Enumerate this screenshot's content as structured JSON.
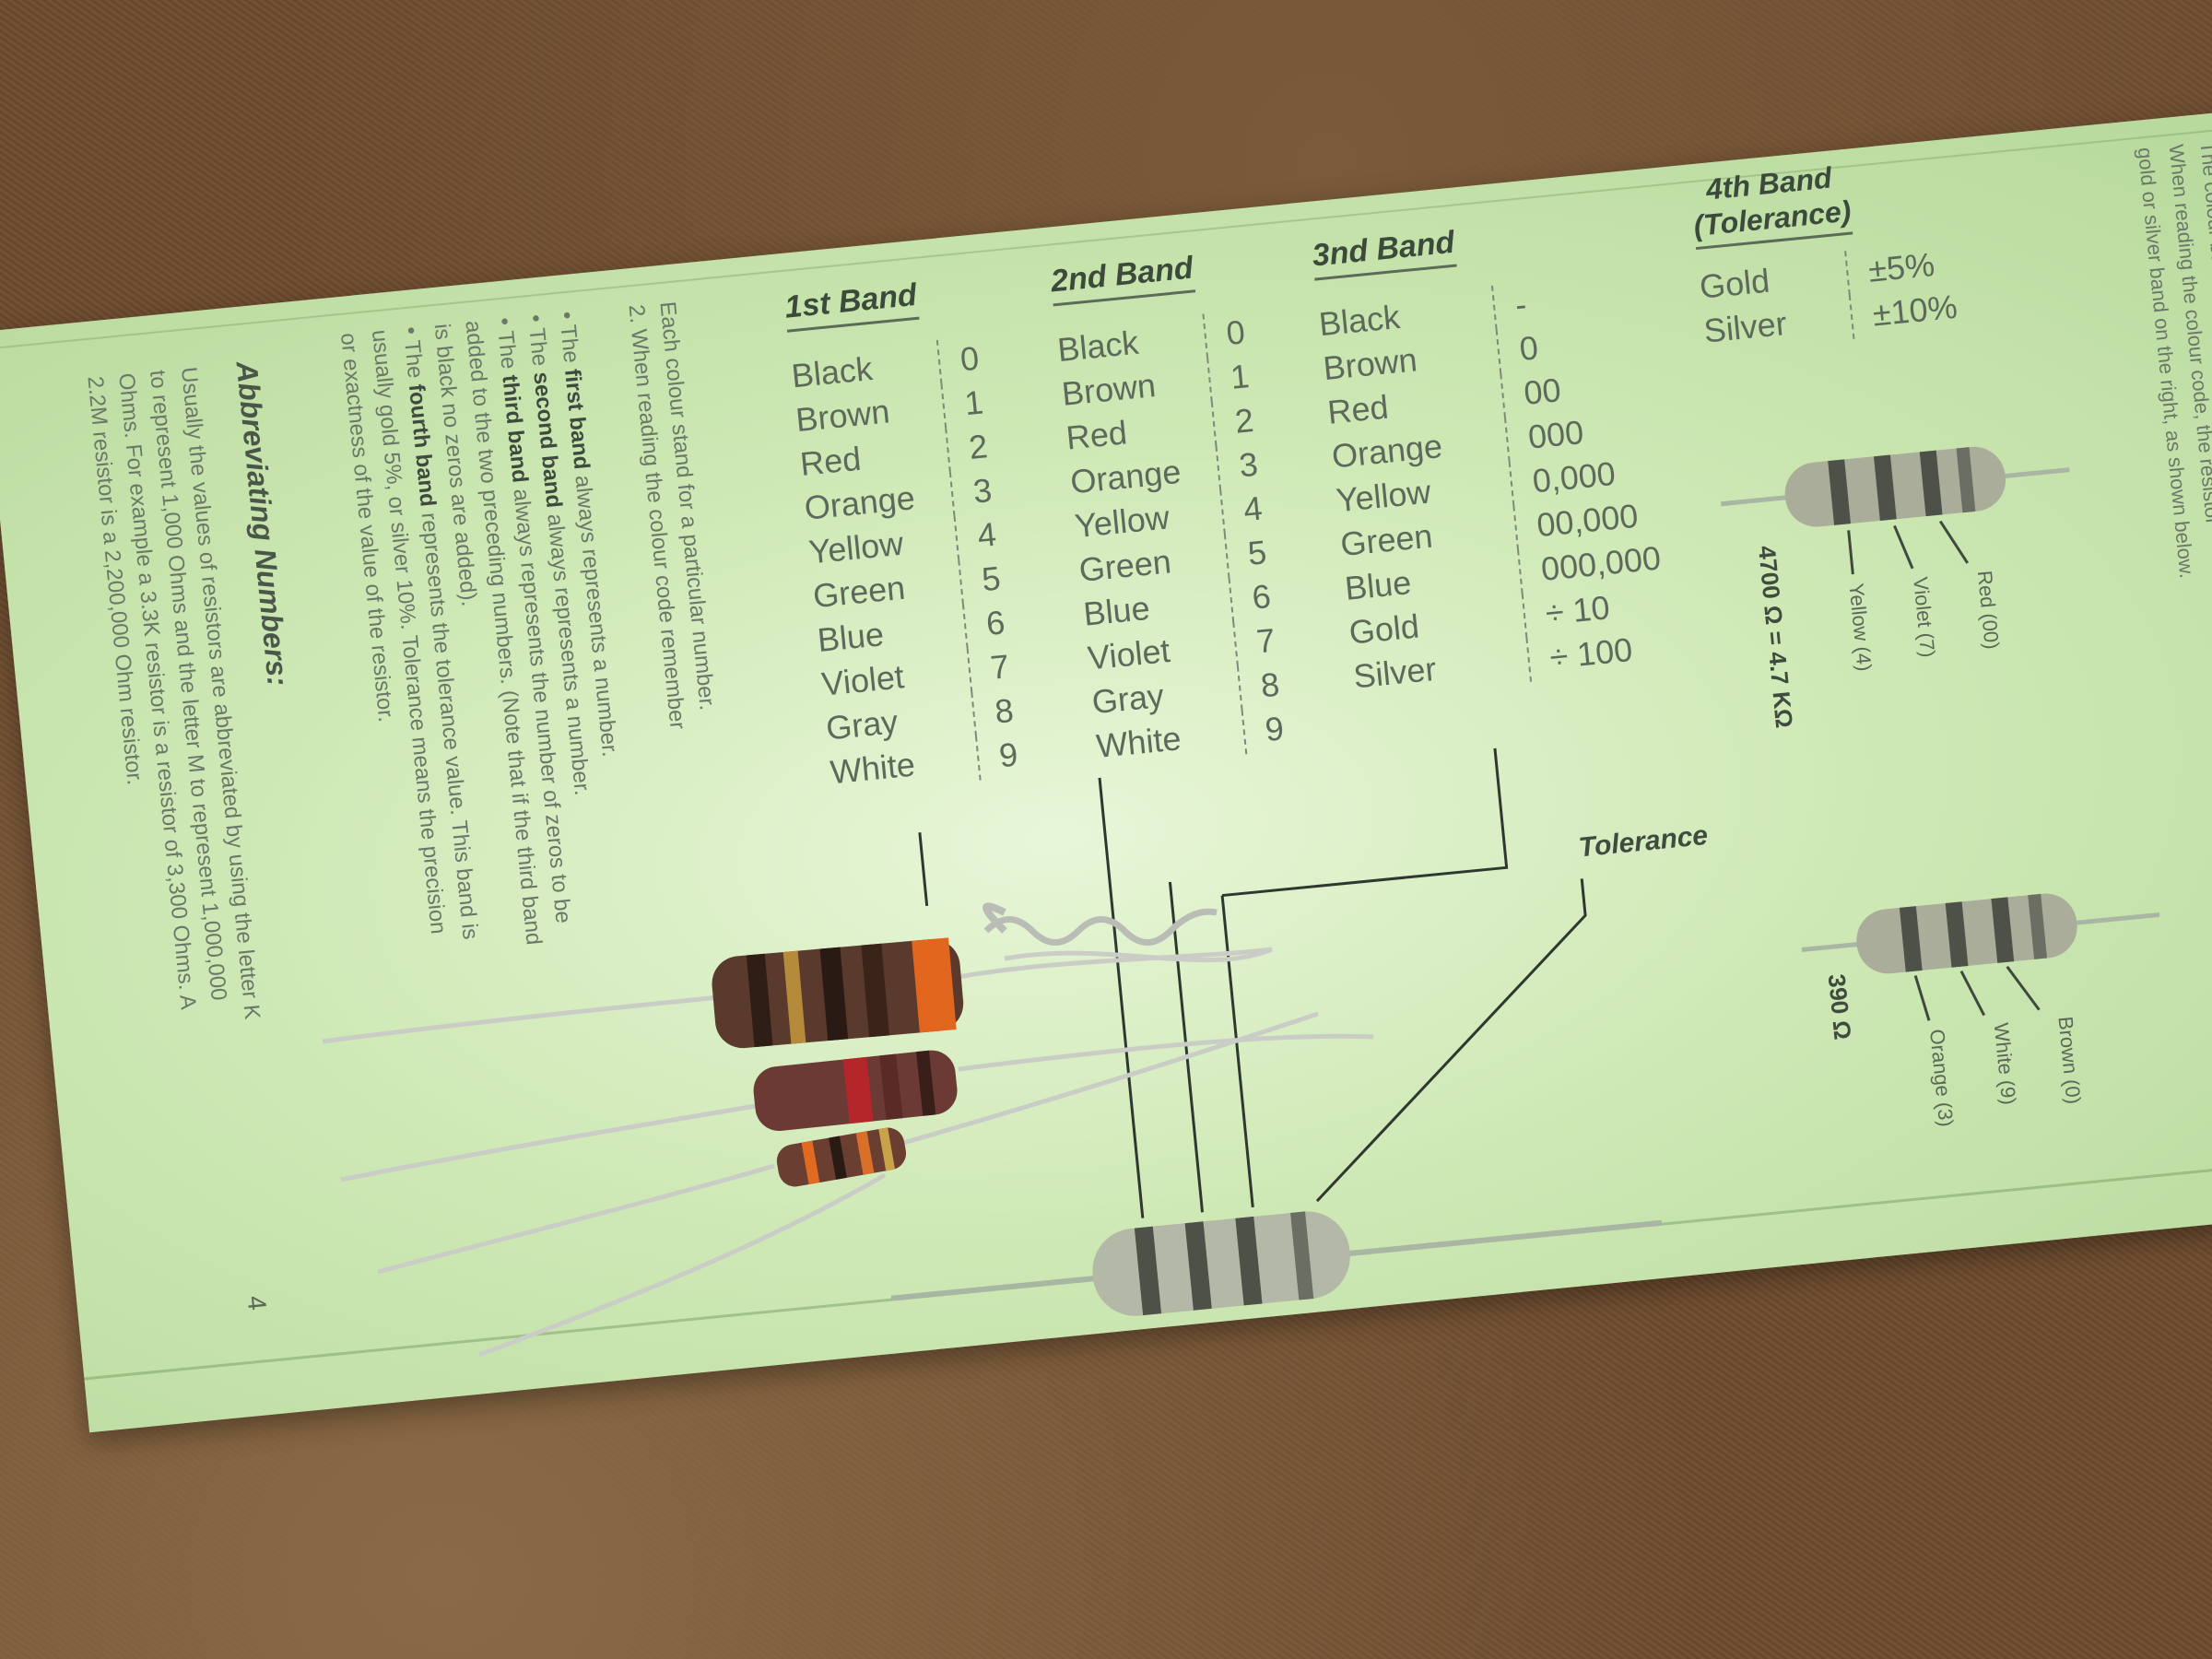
{
  "band_headers": {
    "first": "1st Band",
    "second": "2nd Band",
    "third": "3nd Band",
    "fourth_line1": "4th Band",
    "fourth_line2": "(Tolerance)"
  },
  "first_band": [
    {
      "color": "Black",
      "value": "0"
    },
    {
      "color": "Brown",
      "value": "1"
    },
    {
      "color": "Red",
      "value": "2"
    },
    {
      "color": "Orange",
      "value": "3"
    },
    {
      "color": "Yellow",
      "value": "4"
    },
    {
      "color": "Green",
      "value": "5"
    },
    {
      "color": "Blue",
      "value": "6"
    },
    {
      "color": "Violet",
      "value": "7"
    },
    {
      "color": "Gray",
      "value": "8"
    },
    {
      "color": "White",
      "value": "9"
    }
  ],
  "second_band": [
    {
      "color": "Black",
      "value": "0"
    },
    {
      "color": "Brown",
      "value": "1"
    },
    {
      "color": "Red",
      "value": "2"
    },
    {
      "color": "Orange",
      "value": "3"
    },
    {
      "color": "Yellow",
      "value": "4"
    },
    {
      "color": "Green",
      "value": "5"
    },
    {
      "color": "Blue",
      "value": "6"
    },
    {
      "color": "Violet",
      "value": "7"
    },
    {
      "color": "Gray",
      "value": "8"
    },
    {
      "color": "White",
      "value": "9"
    }
  ],
  "third_band": [
    {
      "color": "Black",
      "value": "-"
    },
    {
      "color": "Brown",
      "value": "0"
    },
    {
      "color": "Red",
      "value": "00"
    },
    {
      "color": "Orange",
      "value": "000"
    },
    {
      "color": "Yellow",
      "value": "0,000"
    },
    {
      "color": "Green",
      "value": "00,000"
    },
    {
      "color": "Blue",
      "value": "000,000"
    },
    {
      "color": "Gold",
      "value": "÷ 10"
    },
    {
      "color": "Silver",
      "value": "÷ 100"
    }
  ],
  "fourth_band": [
    {
      "color": "Gold",
      "value": "±5%"
    },
    {
      "color": "Silver",
      "value": "±10%"
    }
  ],
  "tolerance_label": "Tolerance",
  "example1": {
    "labels": [
      "Yellow (4)",
      "Violet (7)",
      "Red (00)"
    ],
    "result": "4700 Ω = 4.7 KΩ"
  },
  "example2": {
    "labels": [
      "Orange (3)",
      "White (9)",
      "Brown (0)"
    ],
    "result": "390 Ω"
  },
  "intro_lines": [
    "Each colour stand for a particular number.",
    "2. When reading the colour code remember"
  ],
  "bullets": [
    {
      "pre": "The ",
      "em": "first band",
      "post": " always represents a number."
    },
    {
      "pre": "The ",
      "em": "second band",
      "post": " always represents a number."
    },
    {
      "pre": "The ",
      "em": "third band",
      "post": " always represents the number of zeros to be"
    },
    {
      "pre": "",
      "em": "",
      "post": "added to the two preceding numbers. (Note that if the third band"
    },
    {
      "pre": "",
      "em": "",
      "post": "is black no zeros are added)."
    },
    {
      "pre": "The ",
      "em": "fourth band",
      "post": " represents the tolerance value. This band is"
    },
    {
      "pre": "",
      "em": "",
      "post": "usually gold 5%, or silver 10%. Tolerance means the precision"
    },
    {
      "pre": "",
      "em": "",
      "post": "or exactness of the value of the resistor."
    }
  ],
  "abbr_title": "Abbreviating Numbers:",
  "abbr_lines": [
    "Usually the values of resistors are abbreviated by using the letter K",
    "to represent 1,000 Ohms and the letter M to represent 1,000,000",
    "Ohms. For example a 3.3K resistor is a resistor of 3,300 Ohms. A",
    "2.2M resistor is a 2,200,000 Ohm resistor."
  ],
  "top_right_lines": [
    "The colour bands on the resistor",
    "When reading the colour code, the resistor",
    "gold or silver band on the right, as shown below."
  ],
  "page_number": "4",
  "colors": {
    "paper": "#d6edc0",
    "carpet": "#6e4c2e",
    "ink": "#5d6a5b"
  }
}
